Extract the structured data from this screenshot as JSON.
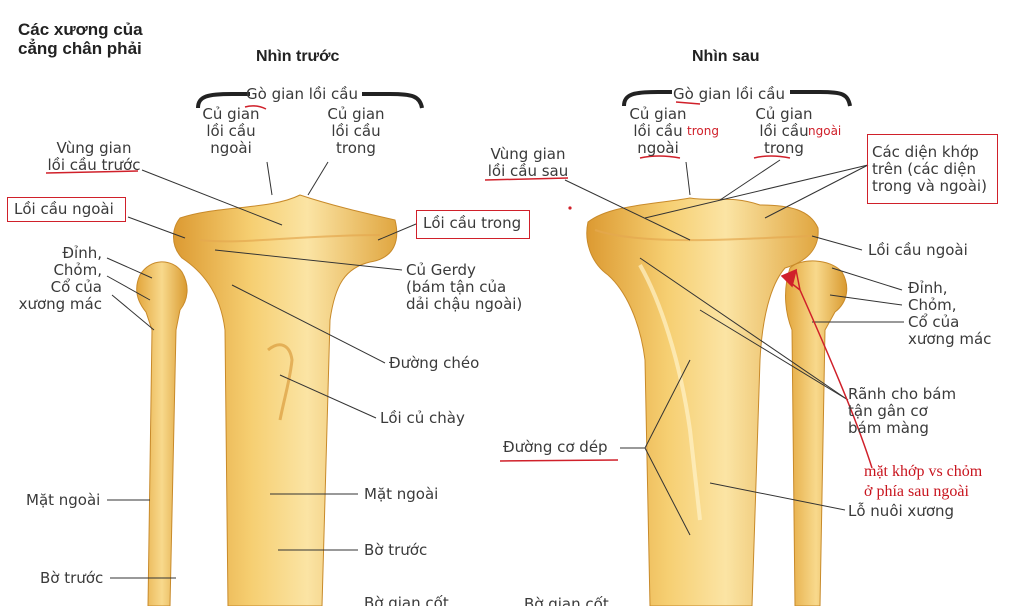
{
  "title": [
    "Các xương của",
    "cẳng chân phải"
  ],
  "front_heading": "Nhìn trước",
  "back_heading": "Nhìn sau",
  "front_labels": {
    "go_gian": "Gò gian lồi cầu",
    "cu_gian_ngoai": [
      "Củ gian",
      "lồi cầu",
      "ngoài"
    ],
    "cu_gian_trong": [
      "Củ gian",
      "lồi cầu",
      "trong"
    ],
    "vung_gian_truoc": [
      "Vùng gian",
      "lồi cầu trước"
    ],
    "loi_cau_ngoai": "Lồi cầu ngoài",
    "loi_cau_trong": "Lồi cầu trong",
    "dinh_chom": [
      "Đỉnh,",
      "Chỏm,",
      "Cổ của",
      "xương mác"
    ],
    "cu_gerdy": [
      "Củ Gerdy",
      "(bám tận của",
      "dải chậu ngoài)"
    ],
    "duong_cheo": "Đường chéo",
    "loi_cu_chay": "Lồi củ chày",
    "mat_ngoai_left": "Mặt ngoài",
    "mat_ngoai_mid": "Mặt ngoài",
    "bo_truoc_left": "Bờ trước",
    "bo_truoc_mid": "Bờ trước",
    "bo_gian_cot": "Bờ gian cốt"
  },
  "back_labels": {
    "go_gian": "Gò gian lồi cầu",
    "cu_gian_1": [
      "Củ gian",
      "lồi cầu",
      "ngoài"
    ],
    "cu_gian_2": [
      "Củ gian",
      "lồi cầu",
      "trong"
    ],
    "vung_gian_sau": [
      "Vùng gian",
      "lồi cầu sau"
    ],
    "dien_khop": [
      "Các diện khớp",
      "trên (các diện",
      "trong và ngoài)"
    ],
    "loi_cau_ngoai": "Lồi cầu ngoài",
    "dinh_chom": [
      "Đỉnh,",
      "Chỏm,",
      "Cổ của",
      "xương mác"
    ],
    "ranh": [
      "Rãnh cho bám",
      "tận gân cơ",
      "bám màng"
    ],
    "duong_co_dep": "Đường cơ dép",
    "lo_nuoi": "Lỗ nuôi xương",
    "bo_gian_cot": "Bờ gian cốt"
  },
  "annotations": {
    "trong": "trong",
    "ngoai": "ngoài",
    "mat_khop": [
      "mặt khớp vs chỏm",
      "ở phía sau ngoài"
    ]
  },
  "colors": {
    "bone": "#f2c35e",
    "bone_light": "#fbe6a8",
    "bone_shadow": "#d9962e",
    "annotation_red": "#d0202a",
    "leader": "#333333"
  }
}
